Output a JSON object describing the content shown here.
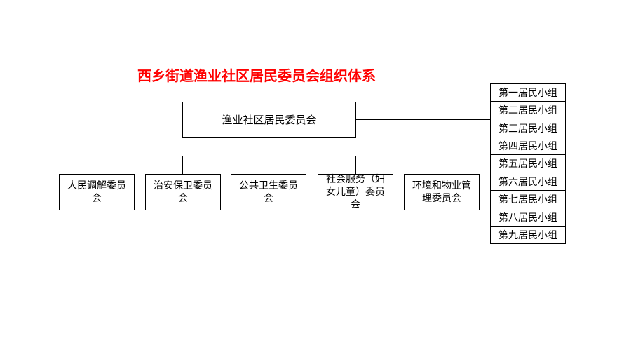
{
  "title": "西乡街道渔业社区居民委员会组织体系",
  "root": "渔业社区居民委员会",
  "committees": [
    "人民调解委员会",
    "治安保卫委员会",
    "公共卫生委员会",
    "社会服务（妇女儿童）委员会",
    "环境和物业管理委员会"
  ],
  "groups": [
    "第一居民小组",
    "第二居民小组",
    "第三居民小组",
    "第四居民小组",
    "第五居民小组",
    "第六居民小组",
    "第七居民小组",
    "第八居民小组",
    "第九居民小组"
  ],
  "colors": {
    "title": "#ff0000",
    "line": "#000000"
  }
}
